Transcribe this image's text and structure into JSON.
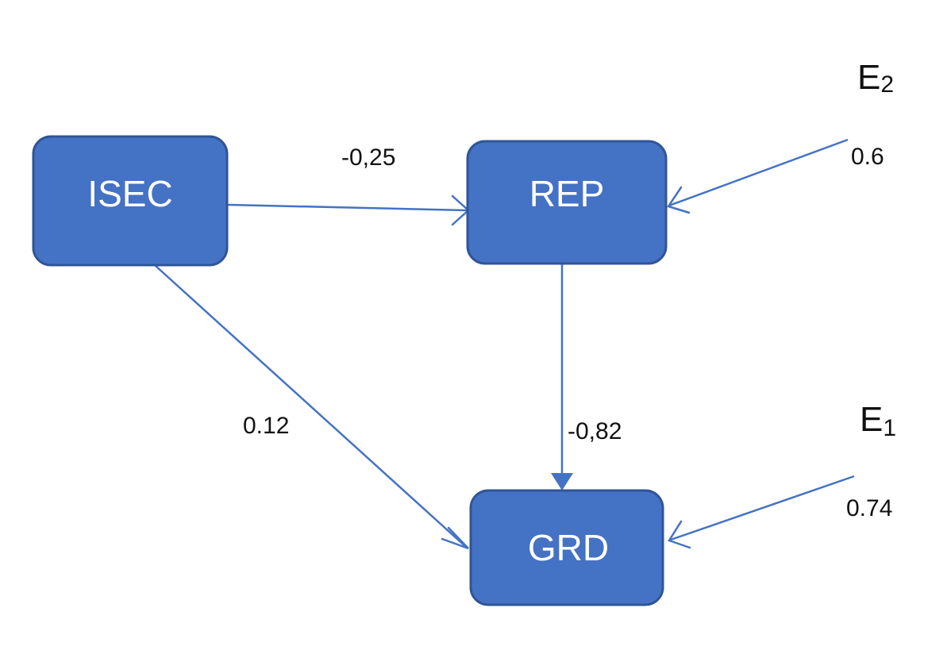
{
  "nodes": {
    "isec": "ISEC",
    "rep": "REP",
    "grd": "GRD"
  },
  "errors": {
    "e2": {
      "letter": "E",
      "subscript": "2"
    },
    "e1": {
      "letter": "E",
      "subscript": "1"
    }
  },
  "coefficients": {
    "isec_to_rep": "-0,25",
    "isec_to_grd": "0.12",
    "rep_to_grd": "-0,82",
    "e2_to_rep": "0.6",
    "e1_to_grd": "0.74"
  },
  "colors": {
    "node_fill": "#4472C4",
    "node_border": "#2F5597",
    "edge": "#4472C4",
    "text": "#111111"
  }
}
